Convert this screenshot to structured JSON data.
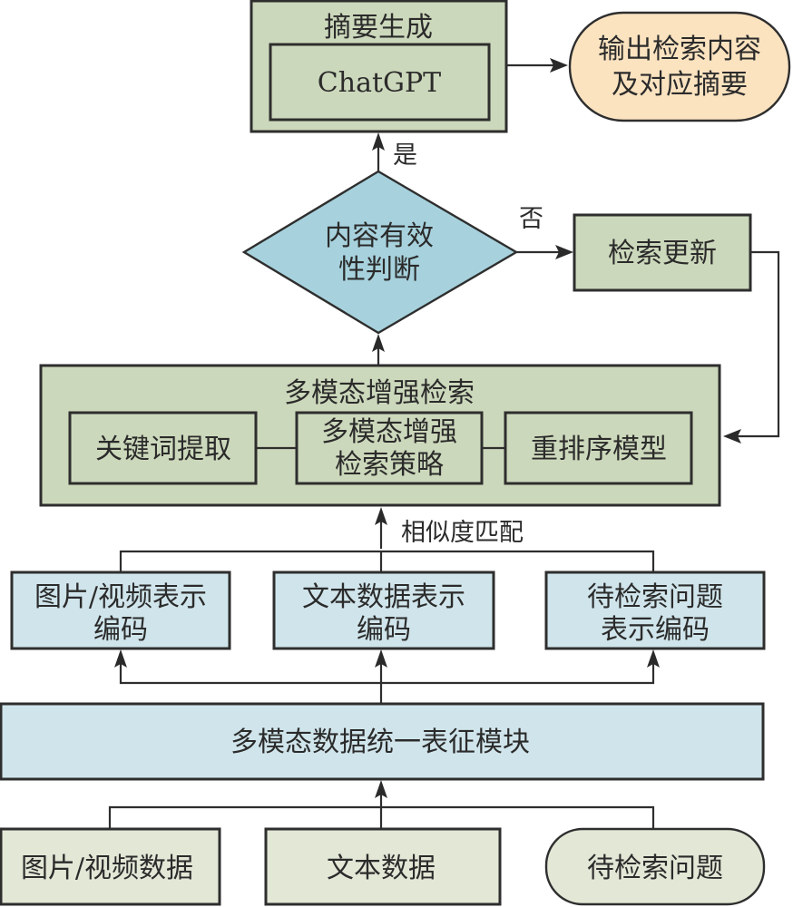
{
  "colors": {
    "green_box": "#ccd8bb",
    "light_green_box": "#e2e7d6",
    "blue_box": "#d0e5eb",
    "diamond": "#a7d2dd",
    "output_oval": "#fbe3c0",
    "stroke": "#2e2e2e"
  },
  "summary": {
    "title": "摘要生成",
    "model": "ChatGPT"
  },
  "output": {
    "line1": "输出检索内容",
    "line2": "及对应摘要"
  },
  "labels": {
    "yes": "是",
    "no": "否",
    "similarity": "相似度匹配"
  },
  "decision": {
    "line1": "内容有效",
    "line2": "性判断"
  },
  "update": {
    "label": "检索更新"
  },
  "retrieval": {
    "title": "多模态增强检索",
    "keyword": "关键词提取",
    "strategy_line1": "多模态增强",
    "strategy_line2": "检索策略",
    "rerank": "重排序模型"
  },
  "encoders": [
    {
      "line1": "图片/视频表示",
      "line2": "编码"
    },
    {
      "line1": "文本数据表示",
      "line2": "编码"
    },
    {
      "line1": "待检索问题",
      "line2": "表示编码"
    }
  ],
  "unified": {
    "label": "多模态数据统一表征模块"
  },
  "inputs": [
    {
      "label": "图片/视频数据"
    },
    {
      "label": "文本数据"
    },
    {
      "label": "待检索问题"
    }
  ]
}
